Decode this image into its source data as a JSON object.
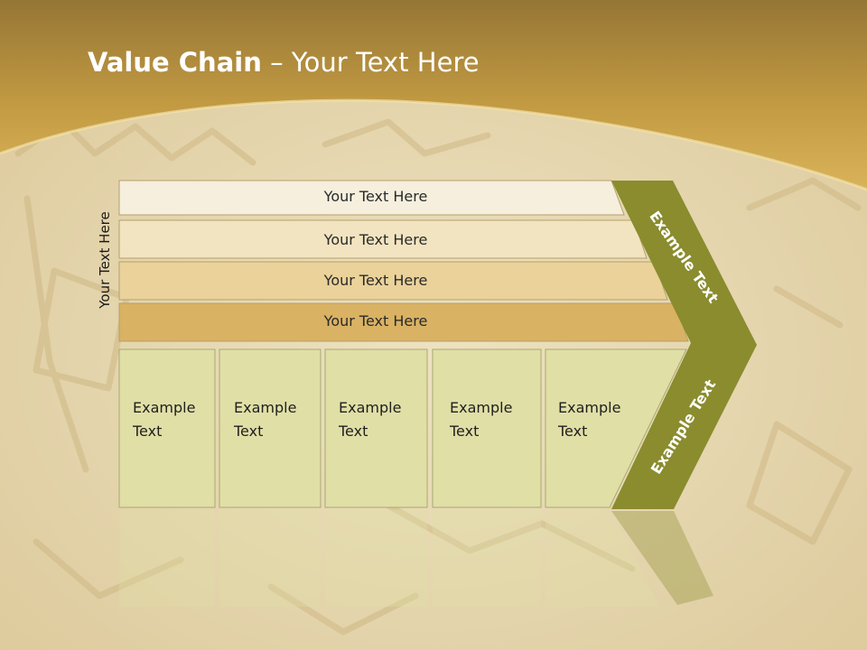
{
  "slide": {
    "title_bold": "Value Chain",
    "title_rest": " – Your Text Here",
    "side_label": "Your Text Here"
  },
  "rows": [
    {
      "label": "Your Text Here",
      "color": "#f6efde"
    },
    {
      "label": "Your Text Here",
      "color": "#f2e4c0"
    },
    {
      "label": "Your Text Here",
      "color": "#ead29a"
    },
    {
      "label": "Your Text Here",
      "color": "#d9b263"
    }
  ],
  "boxes": [
    {
      "label": "Example\nText"
    },
    {
      "label": "Example\nText"
    },
    {
      "label": "Example\nText"
    },
    {
      "label": "Example\nText"
    },
    {
      "label": "Example\nText"
    }
  ],
  "chevron": {
    "top_label": "Example Text",
    "bottom_label": "Example Text",
    "color": "#8a8c2e"
  },
  "colors": {
    "header": "#c49a3c",
    "sand": "#e9dcb6",
    "box_fill": "#e0dfa6"
  }
}
